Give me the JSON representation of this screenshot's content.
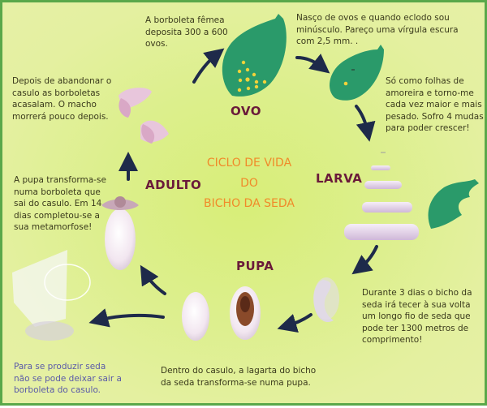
{
  "diagram": {
    "title_lines": [
      "CICLO DE VIDA",
      "DO",
      "BICHO DA SEDA"
    ],
    "stages": {
      "egg": "OVO",
      "larva": "LARVA",
      "pupa": "PUPA",
      "adult": "ADULTO"
    },
    "captions": {
      "egg_laying": [
        "A borboleta fêmea",
        "deposita 300 a 600",
        "ovos."
      ],
      "hatching": [
        "Nasço de ovos e quando eclodo sou",
        "minúsculo. Pareço uma vírgula escura",
        "com 2,5 mm. ."
      ],
      "larva_growth": [
        "Só como folhas de",
        "amoreira e torno-me",
        "cada vez maior e mais",
        "pesado. Sofro 4 mudas",
        "para poder crescer!"
      ],
      "cocoon_spinning": [
        "Durante 3 dias o bicho da",
        "seda irá tecer à sua volta",
        "um longo fio de seda que",
        "pode ter 1300 metros de",
        "comprimento!"
      ],
      "pupa_inside": [
        "Dentro do casulo, a lagarta do bicho",
        "da seda transforma-se numa pupa."
      ],
      "metamorphosis": [
        "A pupa transforma-se",
        "numa borboleta que",
        "sai do casulo. Em 14",
        "dias completou-se a",
        "sua metamorfose!"
      ],
      "mating": [
        "Depois de abandonar o",
        "casulo as borboletas",
        "acasalam. O macho",
        "morrerá pouco depois."
      ],
      "silk_production": [
        "Para se produzir seda",
        "não se pode deixar sair a",
        "borboleta do casulo."
      ]
    },
    "colors": {
      "background": "#dcef8c",
      "border": "#5aa84a",
      "title": "#f08a2a",
      "stage_label": "#6a1a3a",
      "leaf": "#2a9a6a",
      "arrow": "#1e2a4a",
      "caption": "#3a3a1c",
      "caption_blue": "#5a5aa8"
    }
  }
}
